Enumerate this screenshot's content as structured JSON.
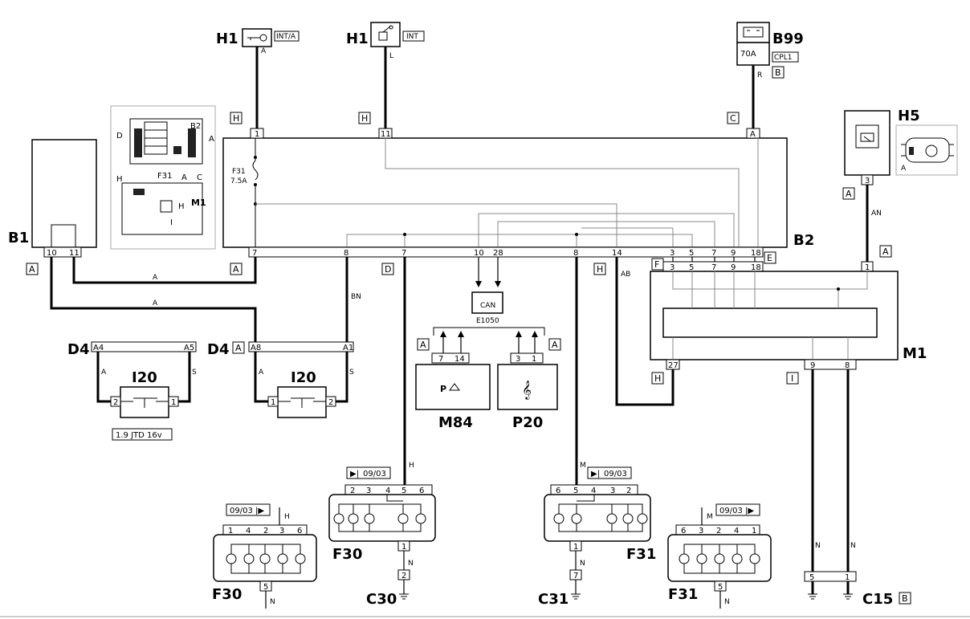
{
  "components": {
    "h1_key": {
      "label": "H1",
      "tag": "INT/A"
    },
    "h1_int": {
      "label": "H1",
      "tag": "INT"
    },
    "b99": {
      "label": "B99",
      "fuse": "70A",
      "tag": "CPL1",
      "conn": "B"
    },
    "h5": {
      "label": "H5",
      "pin": "3",
      "conn": "A",
      "thumb_conn": "A"
    },
    "b1": {
      "label": "B1",
      "pins": [
        "10",
        "11"
      ],
      "conn": "A"
    },
    "b2": {
      "label": "B2",
      "fuse_name": "F31",
      "fuse_rating": "7.5A",
      "top_pins": [
        "1",
        "11",
        "A"
      ],
      "bottom_pins": [
        "7",
        "8",
        "7",
        "10",
        "28",
        "8",
        "14",
        "3",
        "5",
        "7",
        "9",
        "18"
      ],
      "conns": {
        "h1": "H",
        "h2": "H",
        "c": "C",
        "a": "A",
        "d": "D",
        "h3": "H",
        "e": "E"
      }
    },
    "m1": {
      "label": "M1",
      "top_pins": [
        "3",
        "5",
        "7",
        "9",
        "18"
      ],
      "pin1": "1",
      "bottom_pins": [
        "27",
        "9",
        "8"
      ],
      "conn_f": "F",
      "conn_a": "A",
      "conn_h": "H",
      "conn_i": "I"
    },
    "d4_left": {
      "label": "D4",
      "pins": [
        "A4",
        "A5"
      ],
      "switch": "I20",
      "sw_pins": [
        "2",
        "1"
      ],
      "note": "1.9 JTD 16v"
    },
    "d4_right": {
      "label": "D4",
      "conn": "A",
      "pins": [
        "A8",
        "A1"
      ],
      "switch": "I20",
      "sw_pins": [
        "1",
        "2"
      ]
    },
    "e1050": {
      "label": "E1050",
      "icon": "CAN"
    },
    "m84": {
      "label": "M84",
      "pins": [
        "7",
        "14"
      ],
      "conn": "A"
    },
    "p20": {
      "label": "P20",
      "pins": [
        "3",
        "1"
      ],
      "conn": "A"
    },
    "f30_top": {
      "label": "F30",
      "date": "09/03",
      "pins": [
        "2",
        "3",
        "4",
        "5",
        "6"
      ],
      "out_pin": "1",
      "ground_pin": "2"
    },
    "f30_bottom": {
      "label": "F30",
      "date": "09/03",
      "pins": [
        "1",
        "4",
        "2",
        "3",
        "6"
      ],
      "ground_pin": "5"
    },
    "f31_top": {
      "label": "F31",
      "date": "09/03",
      "pins": [
        "6",
        "5",
        "4",
        "3",
        "2"
      ],
      "out_pin": "1",
      "ground_pin": "7"
    },
    "f31_bottom": {
      "label": "F31",
      "date": "09/03",
      "pins": [
        "6",
        "3",
        "2",
        "4",
        "1"
      ],
      "ground_pin": "5"
    },
    "grounds": {
      "c30": "C30",
      "c31": "C31",
      "c15": "C15",
      "c15_conn": "B",
      "c15_pins": [
        "5",
        "1"
      ]
    },
    "location_map": {
      "b2": "B2",
      "f31": "F31",
      "m1": "M1",
      "letters": [
        "D",
        "A",
        "C",
        "A",
        "H",
        "H",
        "I"
      ]
    }
  },
  "wires": {
    "a": "A",
    "l": "L",
    "r": "R",
    "an": "AN",
    "bn": "BN",
    "ab": "AB",
    "s": "S",
    "h": "H",
    "m": "M",
    "n": "N"
  }
}
